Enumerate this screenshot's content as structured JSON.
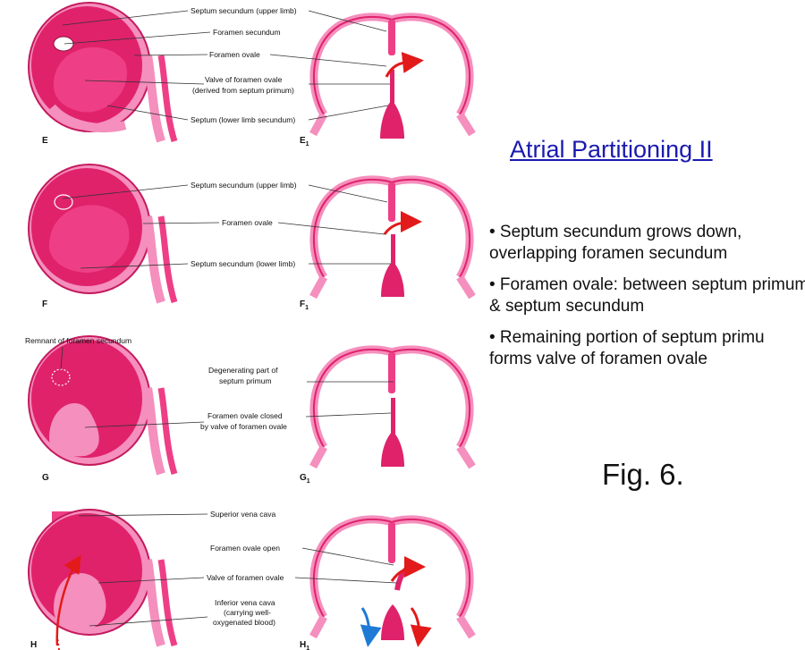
{
  "slide": {
    "title": "Atrial Partitioning II",
    "bullets": [
      "• Septum secundum grows down, overlapping foramen secundum",
      "• Foramen ovale: between septum primum & septum secundum",
      "• Remaining portion of septum primu forms valve of foramen ovale"
    ],
    "figure_caption": "Fig. 6."
  },
  "panels": {
    "E": {
      "letter": "E",
      "sub_letter": "E",
      "sub_index": "1",
      "labels": [
        "Septum secundum (upper limb)",
        "Foramen secundum",
        "Foramen ovale",
        "Valve of foramen ovale",
        "(derived from septum primum)",
        "Septum (lower limb secundum)"
      ]
    },
    "F": {
      "letter": "F",
      "sub_letter": "F",
      "sub_index": "1",
      "labels": [
        "Septum secundum (upper limb)",
        "Foramen ovale",
        "Septum secundum (lower limb)"
      ]
    },
    "G": {
      "letter": "G",
      "sub_letter": "G",
      "sub_index": "1",
      "labels": [
        "Remnant of foramen secundum",
        "Degenerating part of",
        "septum primum",
        "Foramen ovale closed",
        "by valve of foramen ovale"
      ]
    },
    "H": {
      "letter": "H",
      "sub_letter": "H",
      "sub_index": "1",
      "labels": [
        "Superior vena cava",
        "Foramen ovale open",
        "Valve of foramen ovale",
        "Inferior vena cava",
        "(carrying well-",
        "oxygenated blood)"
      ]
    }
  },
  "colors": {
    "heart_dark": "#e0226b",
    "heart_mid": "#ee3f86",
    "heart_light": "#f58fbd",
    "arrow_red": "#e21a1a",
    "arrow_blue": "#1f7ad6",
    "title_blue": "#1a1ab0"
  }
}
